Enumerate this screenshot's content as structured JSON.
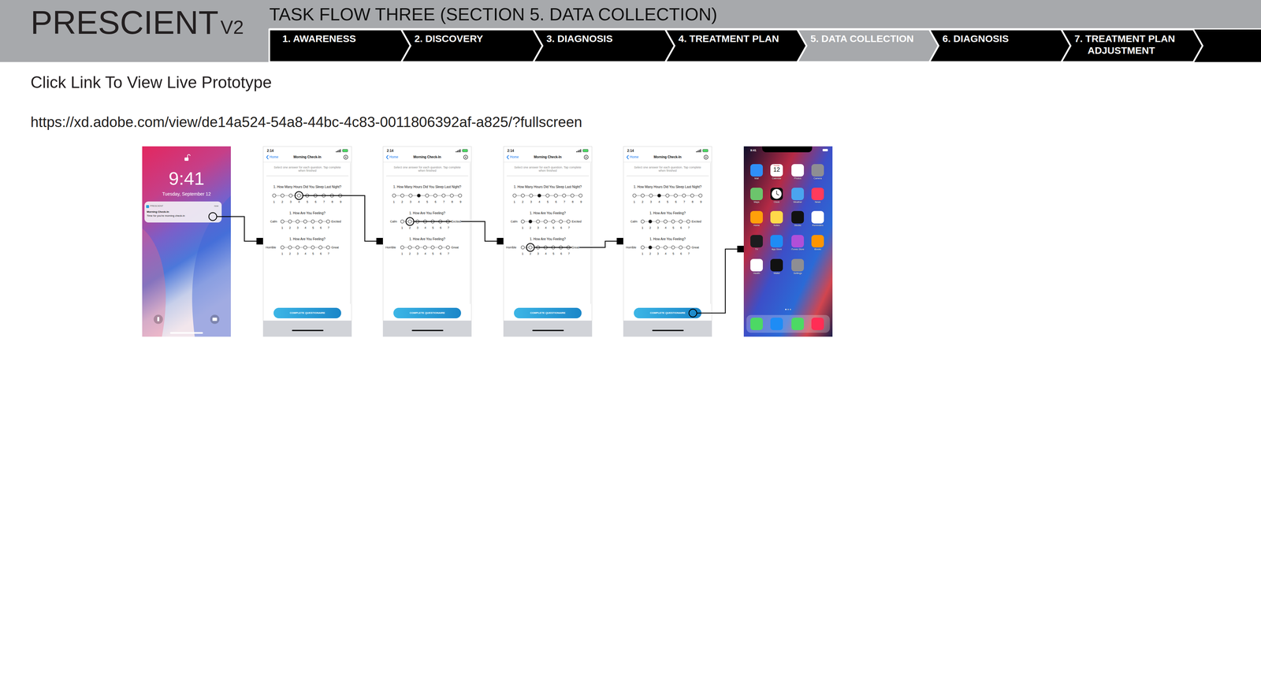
{
  "diagram": {
    "title": "TASK FLOW THREE (SECTION 5. DATA COLLECTION)",
    "nodes": [
      {
        "text": [
          "1. AWARENESS"
        ]
      },
      {
        "text": [
          "2. DISCOVERY"
        ]
      },
      {
        "text": [
          "3. DIAGNOSIS"
        ]
      },
      {
        "text": [
          "4. TREATMENT PLAN"
        ]
      },
      {
        "text": [
          "5. DATA COLLECTION"
        ]
      },
      {
        "text": [
          "6. DIAGNOSIS"
        ]
      },
      {
        "text": [
          "7. TREATMENT PLAN ADJUSTMENT"
        ]
      },
      {
        "text": [
          "9:41",
          "Tuesday, September 12",
          "PRESCIENT",
          "now",
          "Morning Check-In",
          "Time for you're morning check-in"
        ]
      },
      {
        "text": [
          "2:14",
          "Home",
          "Morning Check-In",
          "Select one answer for each question. Tap complete when finished",
          "1. How Many Hours Did You Sleep Last Night?",
          "1 2 3 4 5 6 7 8 9",
          "1. How Are You Feeling?",
          "Calm",
          "Excited",
          "1 2 3 4 5 6 7",
          "1. How Are You Feeling?",
          "Horrible",
          "Great",
          "1 2 3 4 5 6 7",
          "COMPLETE QUESTIONAIRE"
        ]
      },
      {
        "text": [
          "2:14",
          "Home",
          "Morning Check-In",
          "Select one answer for each question. Tap complete when finished",
          "1. How Many Hours Did You Sleep Last Night?",
          "1 2 3 4 5 6 7 8 9",
          "1. How Are You Feeling?",
          "Calm",
          "Excited",
          "1 2 3 4 5 6 7",
          "1. How Are You Feeling?",
          "Horrible",
          "Great",
          "1 2 3 4 5 6 7",
          "COMPLETE QUESTIONAIRE"
        ]
      },
      {
        "text": [
          "2:14",
          "Home",
          "Morning Check-In",
          "Select one answer for each question. Tap complete when finished",
          "1. How Many Hours Did You Sleep Last Night?",
          "1 2 3 4 5 6 7 8 9",
          "1. How Are You Feeling?",
          "Calm",
          "Excited",
          "1 2 3 4 5 6 7",
          "1. How Are You Feeling?",
          "Horrible",
          "Great",
          "1 2 3 4 5 6 7",
          "COMPLETE QUESTIONAIRE"
        ]
      },
      {
        "text": [
          "2:14",
          "Home",
          "Morning Check-In",
          "Select one answer for each question. Tap complete when finished",
          "1. How Many Hours Did You Sleep Last Night?",
          "1 2 3 4 5 6 7 8 9",
          "1. How Are You Feeling?",
          "Calm",
          "Excited",
          "1 2 3 4 5 6 7",
          "1. How Are You Feeling?",
          "Horrible",
          "Great",
          "1 2 3 4 5 6 7",
          "COMPLETE QUESTIONAIRE"
        ]
      },
      {
        "text": [
          "9:41",
          "Tuesday",
          "12",
          "Mail",
          "Calendar",
          "Photos",
          "Camera",
          "Maps",
          "Clock",
          "Weather",
          "News",
          "Home",
          "Notes",
          "Stocks",
          "Reminders",
          "TV",
          "App Store",
          "iTunes Store",
          "iBooks",
          "Health",
          "Wallet",
          "Settings"
        ]
      }
    ],
    "edges": [
      {
        "from": 7,
        "to": 8,
        "arrow": "to"
      },
      {
        "from": 8,
        "to": 9,
        "arrow": "to"
      },
      {
        "from": 9,
        "to": 10,
        "arrow": "to"
      },
      {
        "from": 10,
        "to": 11,
        "arrow": "to"
      },
      {
        "from": 11,
        "to": 12,
        "arrow": "to"
      }
    ],
    "labels": [
      "PRESCIENT",
      "V2",
      "Click Link To View Live Prototype",
      "https://xd.adobe.com/view/de14a524-54a8-44bc-4c83-0011806392af-a825/?fullscreen"
    ]
  }
}
